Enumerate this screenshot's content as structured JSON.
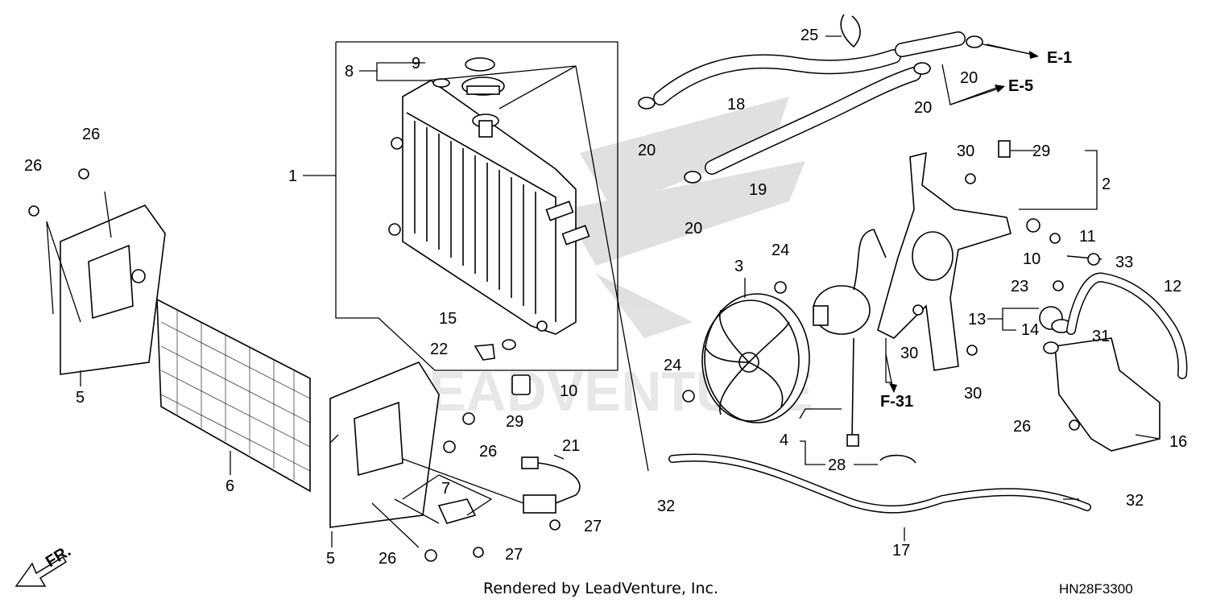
{
  "diagram": {
    "watermark": "LEADVENTURE",
    "footer": "Rendered by LeadVenture, Inc.",
    "code": "HN28F3300",
    "direction": "FR.",
    "refs": {
      "e1": "E-1",
      "e5": "E-5",
      "f31": "F-31"
    },
    "labels": {
      "l1": "1",
      "l2": "2",
      "l3": "3",
      "l4": "4",
      "l5a": "5",
      "l5b": "5",
      "l6": "6",
      "l7": "7",
      "l8": "8",
      "l9": "9",
      "l10a": "10",
      "l10b": "10",
      "l11": "11",
      "l12": "12",
      "l13": "13",
      "l14": "14",
      "l15": "15",
      "l16": "16",
      "l17": "17",
      "l18": "18",
      "l19": "19",
      "l20a": "20",
      "l20b": "20",
      "l20c": "20",
      "l20d": "20",
      "l21": "21",
      "l22": "22",
      "l23": "23",
      "l24a": "24",
      "l24b": "24",
      "l25": "25",
      "l26a": "26",
      "l26b": "26",
      "l26c": "26",
      "l26d": "26",
      "l26e": "26",
      "l27a": "27",
      "l27b": "27",
      "l28": "28",
      "l29a": "29",
      "l29b": "29",
      "l30a": "30",
      "l30b": "30",
      "l30c": "30",
      "l31": "31",
      "l32a": "32",
      "l32b": "32",
      "l33": "33"
    }
  }
}
